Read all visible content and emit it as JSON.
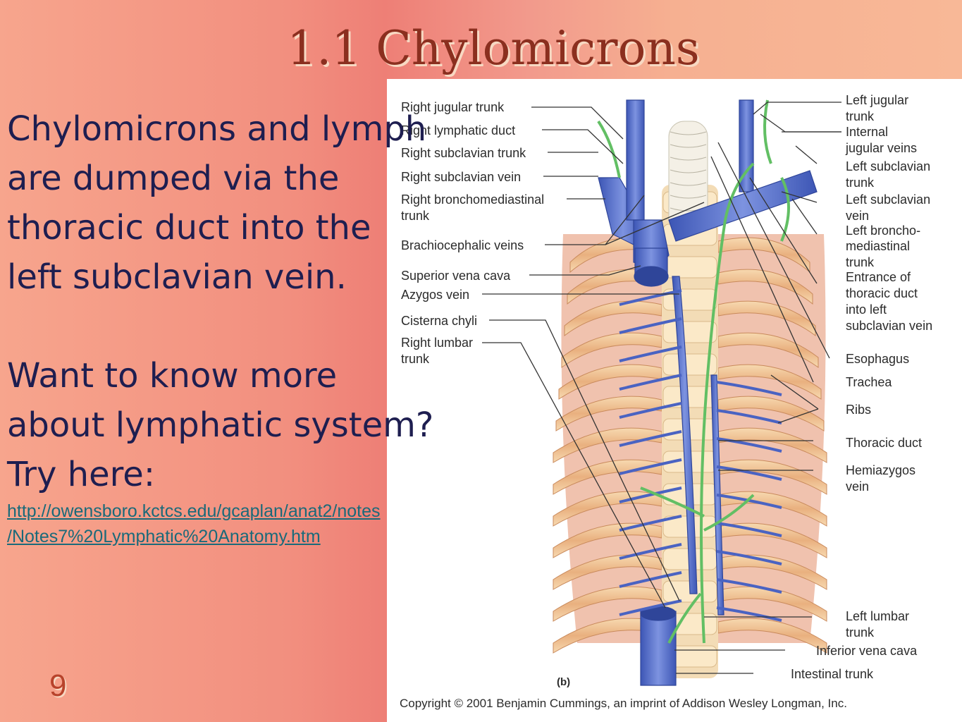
{
  "slide": {
    "title": "1.1 Chylomicrons",
    "body_lines": [
      "Chylomicrons and lymph",
      "are dumped via the",
      "thoracic duct into the",
      "left subclavian vein."
    ],
    "more_lines": [
      "Want to know more",
      "about lymphatic system?",
      "Try here:"
    ],
    "link_lines": [
      "http://owensboro.kctcs.edu/gcaplan/anat2/notes",
      "/Notes7%20Lymphatic%20Anatomy.htm"
    ],
    "number": "9"
  },
  "figure": {
    "left_labels": [
      "Right jugular trunk",
      "Right lymphatic duct",
      "Right subclavian trunk",
      "Right subclavian vein",
      "Right bronchomediastinal",
      "trunk",
      "Brachiocephalic veins",
      "Superior vena cava",
      "Azygos vein",
      "Cisterna chyli",
      "Right lumbar",
      "trunk"
    ],
    "right_labels": [
      "Left jugular",
      "trunk",
      "Internal",
      "jugular veins",
      "Left subclavian",
      "trunk",
      "Left subclavian",
      "vein",
      "Left broncho-",
      "mediastinal",
      "trunk",
      "Entrance of",
      "thoracic duct",
      "into left",
      "subclavian vein",
      "Esophagus",
      "Trachea",
      "Ribs",
      "Thoracic duct",
      "Hemiazygos",
      "vein",
      "Left lumbar",
      "trunk"
    ],
    "bottom_labels": [
      "Inferior vena cava",
      "Intestinal trunk"
    ],
    "panel": "(b)",
    "copyright": "Copyright © 2001 Benjamin Cummings, an imprint of Addison Wesley Longman, Inc."
  }
}
